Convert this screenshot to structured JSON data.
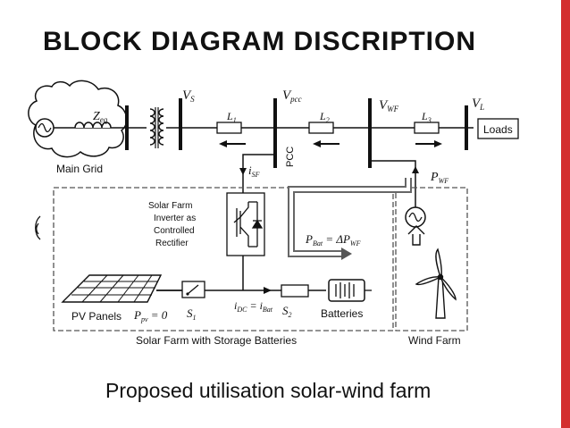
{
  "slide": {
    "title": "BLOCK DIAGRAM DISCRIPTION",
    "caption": "Proposed utilisation solar-wind farm",
    "accent_color": "#d32f2f"
  },
  "diagram": {
    "labels": {
      "zeq": "Z",
      "zeq_sub": "eq",
      "vs": "V",
      "vs_sub": "S",
      "vpcc": "V",
      "vpcc_sub": "pcc",
      "vwf": "V",
      "vwf_sub": "WF",
      "vl": "V",
      "vl_sub": "L",
      "l1": "L",
      "l1_sub": "1",
      "l2": "L",
      "l2_sub": "2",
      "l3": "L",
      "l3_sub": "3",
      "loads": "Loads",
      "main_grid": "Main Grid",
      "pcc": "PCC",
      "isf": "i",
      "isf_sub": "SF",
      "pwf": "P",
      "pwf_sub": "WF",
      "inverter_lines": [
        "Solar Farm",
        "Inverter as",
        "Controlled",
        "Rectifier"
      ],
      "pbat_eq": "P",
      "pbat_sub": "Bat",
      "pbat_rhs": " = ΔP",
      "pbat_rhs_sub": "WF",
      "pv_panels": "PV Panels",
      "ppv": "P",
      "ppv_sub": "pv",
      "ppv_rhs": " = 0",
      "s1": "S",
      "s1_sub": "1",
      "s2": "S",
      "s2_sub": "2",
      "idc": "i",
      "idc_sub": "DC",
      "idc_mid": " = i",
      "idc_rhs_sub": "Bat",
      "batteries": "Batteries",
      "solar_farm": "Solar Farm with Storage Batteries",
      "wind_farm": "Wind Farm"
    }
  }
}
